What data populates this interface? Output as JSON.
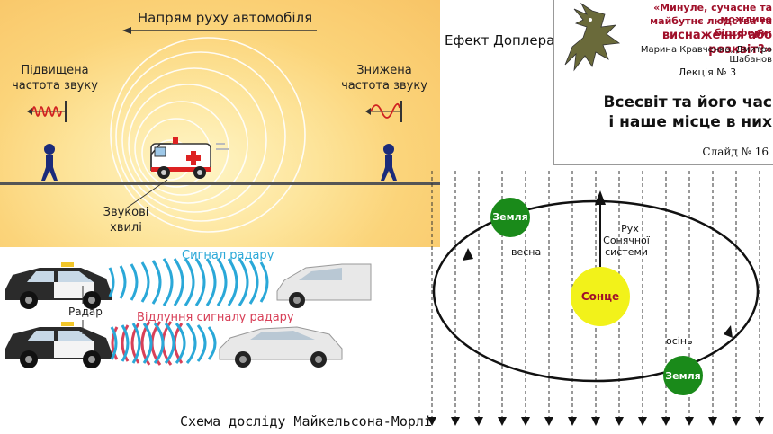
{
  "doppler": {
    "direction_label": "Напрям руху автомобіля",
    "left_label": "Підвищена\nчастота звуку",
    "right_label": "Знижена\nчастота звуку",
    "waves_label": "Звукові\nхвилі"
  },
  "effect_title": "Ефект Доплера",
  "radar": {
    "signal_label": "Сигнал радару",
    "radar_label": "Радар",
    "echo_label": "Відлуння сигналу радару"
  },
  "header": {
    "quote_line1": "«Минуле, сучасне та можливе",
    "quote_line2": "майбутнє людства та біосфери:",
    "quote_line3": "виснаження або розквіт?»",
    "authors": "Марина Кравченко, Дмитро Шабанов",
    "lecture": "Лекція № 3",
    "title_line1": "Всесвіт та його час",
    "title_line2": "і наше місце в них",
    "slide": "Слайд № 16"
  },
  "orbit": {
    "earth_top": "Земля",
    "earth_bottom": "Земля",
    "sun": "Сонце",
    "spring": "весна",
    "autumn": "осінь",
    "solar_motion_line1": "Рух",
    "solar_motion_line2": "Сонячної",
    "solar_motion_line3": "системи"
  },
  "footer_caption": "Схема досліду Майкельсона-Морлі",
  "colors": {
    "doppler_bg": "#fbd47a",
    "earth": "#1a8a1a",
    "sun": "#f2f21a",
    "signal": "#2aa8d8",
    "echo": "#d84058",
    "title_red": "#a0102a"
  }
}
